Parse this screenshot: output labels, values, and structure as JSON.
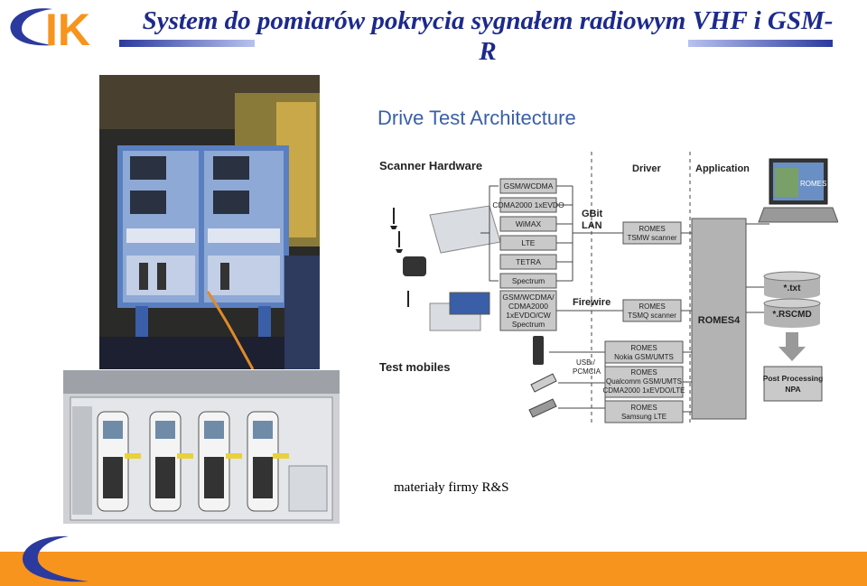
{
  "header": {
    "logo_text": "IK",
    "title": "System do pomiarów pokrycia sygnałem radiowym VHF i GSM-R"
  },
  "diagram": {
    "title": "Drive Test Architecture",
    "scanner_hardware_label": "Scanner Hardware",
    "test_mobiles_label": "Test mobiles",
    "driver_label": "Driver",
    "application_label": "Application",
    "gbit_lan_label": [
      "GBit",
      "LAN"
    ],
    "firewire_label": "Firewire",
    "usb_label": [
      "USB /",
      "PCMCIA"
    ],
    "scanner_boxes": [
      "GSM/WCDMA",
      "CDMA2000 1xEVDO",
      "WiMAX",
      "LTE",
      "TETRA",
      "Spectrum"
    ],
    "firewire_box": [
      "GSM/WCDMA/",
      "CDMA2000",
      "1xEVDO/CW",
      "Spectrum"
    ],
    "driver_tsmw": [
      "ROMES",
      "TSMW scanner"
    ],
    "driver_tsmq": [
      "ROMES",
      "TSMQ scanner"
    ],
    "driver_nokia": [
      "ROMES",
      "Nokia GSM/UMTS"
    ],
    "driver_qualcomm": [
      "ROMES",
      "Qualcomm GSM/UMTS",
      "CDMA2000 1xEVDO/LTE"
    ],
    "driver_samsung": [
      "ROMES",
      "Samsung LTE"
    ],
    "romes4": "ROMES4",
    "txt_db": "*.txt",
    "rscmd_db": "*.RSCMD",
    "post_processing": [
      "Post Processing",
      "NPA"
    ],
    "laptop_screen": "ROMES"
  },
  "caption": "materiały firmy R&S",
  "colors": {
    "title_blue": "#1c2a8c",
    "accent_orange": "#f7941d",
    "diagram_grey": "#b3b3b3",
    "diagram_title_blue": "#3a5fa8"
  }
}
